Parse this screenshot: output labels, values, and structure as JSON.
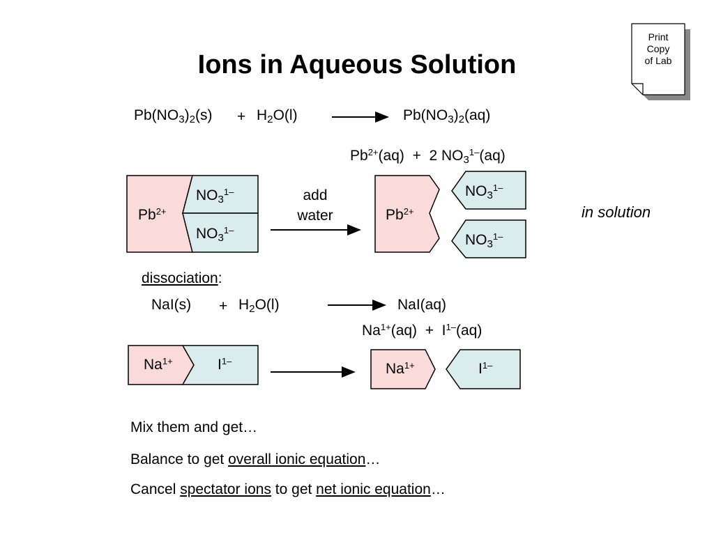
{
  "title": "Ions in Aqueous Solution",
  "print_note": {
    "line1": "Print",
    "line2": "Copy",
    "line3": "of Lab"
  },
  "colors": {
    "cation_fill": "#fbdada",
    "anion_fill": "#daeced",
    "stroke": "#000000"
  },
  "eq1": {
    "reactant": {
      "a": "Pb(NO",
      "b": "3",
      "c": ")",
      "d": "2",
      "e": "(s)"
    },
    "plus": "+",
    "water": {
      "a": "H",
      "b": "2",
      "c": "O(l)"
    },
    "product": {
      "a": "Pb(NO",
      "b": "3",
      "c": ")",
      "d": "2",
      "e": "(aq)"
    }
  },
  "eq1_ions": {
    "pb": "Pb",
    "pb_charge": "2+",
    "pb_state": "(aq)",
    "plus": "+",
    "no3_a": "2 NO",
    "no3_b": "3",
    "no3_charge": "1–",
    "no3_state": "(aq)"
  },
  "diagram1": {
    "pb": "Pb",
    "pb_charge": "2+",
    "no3": "NO",
    "no3_sub": "3",
    "no3_charge": "1–",
    "add": "add",
    "water": "water",
    "in_solution": "in solution"
  },
  "dissociation": {
    "label": "dissociation",
    "colon": ":"
  },
  "eq2": {
    "reactant": "NaI(s)",
    "plus": "+",
    "water": {
      "a": "H",
      "b": "2",
      "c": "O(l)"
    },
    "product": "NaI(aq)"
  },
  "eq2_ions": {
    "na": "Na",
    "na_charge": "1+",
    "na_state": "(aq)",
    "plus": "+",
    "i": "I",
    "i_charge": "1–",
    "i_state": "(aq)"
  },
  "diagram2": {
    "na": "Na",
    "na_charge": "1+",
    "i": "I",
    "i_charge": "1–"
  },
  "bottom": {
    "line1": "Mix them and get…",
    "line2_pre": "Balance to get ",
    "line2_u": "overall ionic equation",
    "line2_post": "…",
    "line3_pre": "Cancel ",
    "line3_u1": "spectator ions",
    "line3_mid": " to get ",
    "line3_u2": "net ionic equation",
    "line3_post": "…"
  }
}
